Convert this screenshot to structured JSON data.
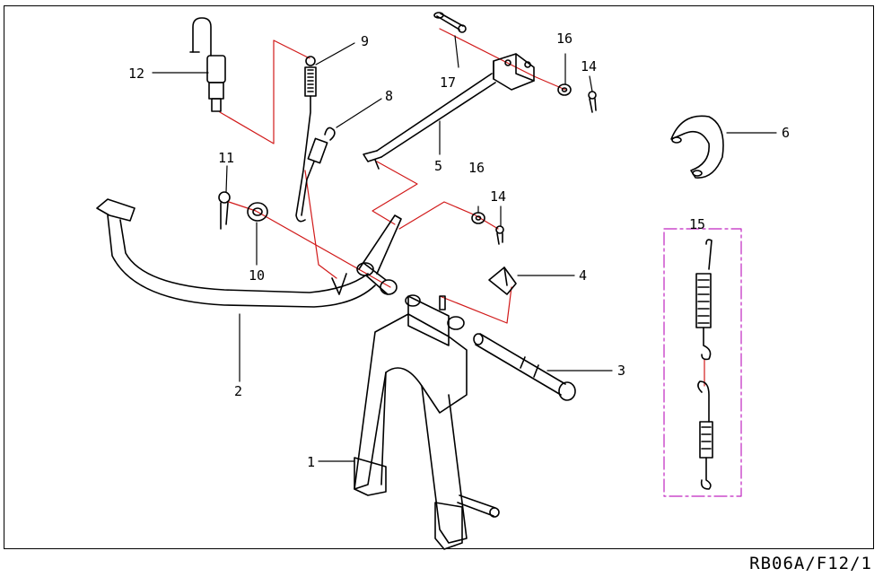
{
  "diagram_code": "RB06A/F12/1",
  "colors": {
    "stroke": "#000000",
    "assembly_line": "#d11a1a",
    "group_box": "#c026c0"
  },
  "callouts": [
    {
      "id": "c1",
      "label": "1"
    },
    {
      "id": "c2",
      "label": "2"
    },
    {
      "id": "c3",
      "label": "3"
    },
    {
      "id": "c4",
      "label": "4"
    },
    {
      "id": "c5",
      "label": "5"
    },
    {
      "id": "c6",
      "label": "6"
    },
    {
      "id": "c8",
      "label": "8"
    },
    {
      "id": "c9",
      "label": "9"
    },
    {
      "id": "c10",
      "label": "10"
    },
    {
      "id": "c11",
      "label": "11"
    },
    {
      "id": "c12",
      "label": "12"
    },
    {
      "id": "c14a",
      "label": "14"
    },
    {
      "id": "c14b",
      "label": "14"
    },
    {
      "id": "c15",
      "label": "15"
    },
    {
      "id": "c16a",
      "label": "16"
    },
    {
      "id": "c16b",
      "label": "16"
    },
    {
      "id": "c17",
      "label": "17"
    }
  ]
}
